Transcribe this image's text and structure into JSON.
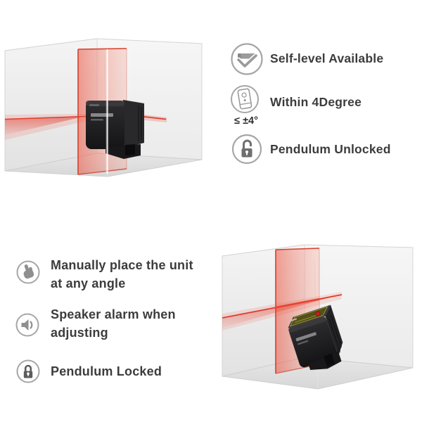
{
  "colors": {
    "text": "#3c3c3c",
    "icon_gray": "#9b9b9b",
    "circle_gray": "#a6a6a6",
    "laser_red": "#dd3a28",
    "laser_fill": "#ef5d49",
    "laser_center_white": "#ffffff",
    "wall_gray": "#e9e9e9",
    "floor_gray": "#dcdcdc",
    "device_black": "#1d1d1f",
    "warning_label_olive": "#545118",
    "button_red": "#c41f1f"
  },
  "top_section": {
    "features": [
      {
        "icon": "self-level-check-icon",
        "label": "Self-level Available"
      },
      {
        "icon": "tilted-unit-icon",
        "label": "Within 4Degree",
        "caption": "≤ ±4°"
      },
      {
        "icon": "pendulum-unlocked-icon",
        "label": "Pendulum Unlocked"
      }
    ]
  },
  "bottom_section": {
    "features": [
      {
        "icon": "pointing-hand-icon",
        "lines": [
          "Manually place the unit",
          "at any angle"
        ]
      },
      {
        "icon": "speaker-icon",
        "lines": [
          "Speaker alarm when",
          "adjusting"
        ]
      },
      {
        "icon": "pendulum-locked-icon",
        "lines": [
          "Pendulum Locked"
        ]
      }
    ]
  }
}
